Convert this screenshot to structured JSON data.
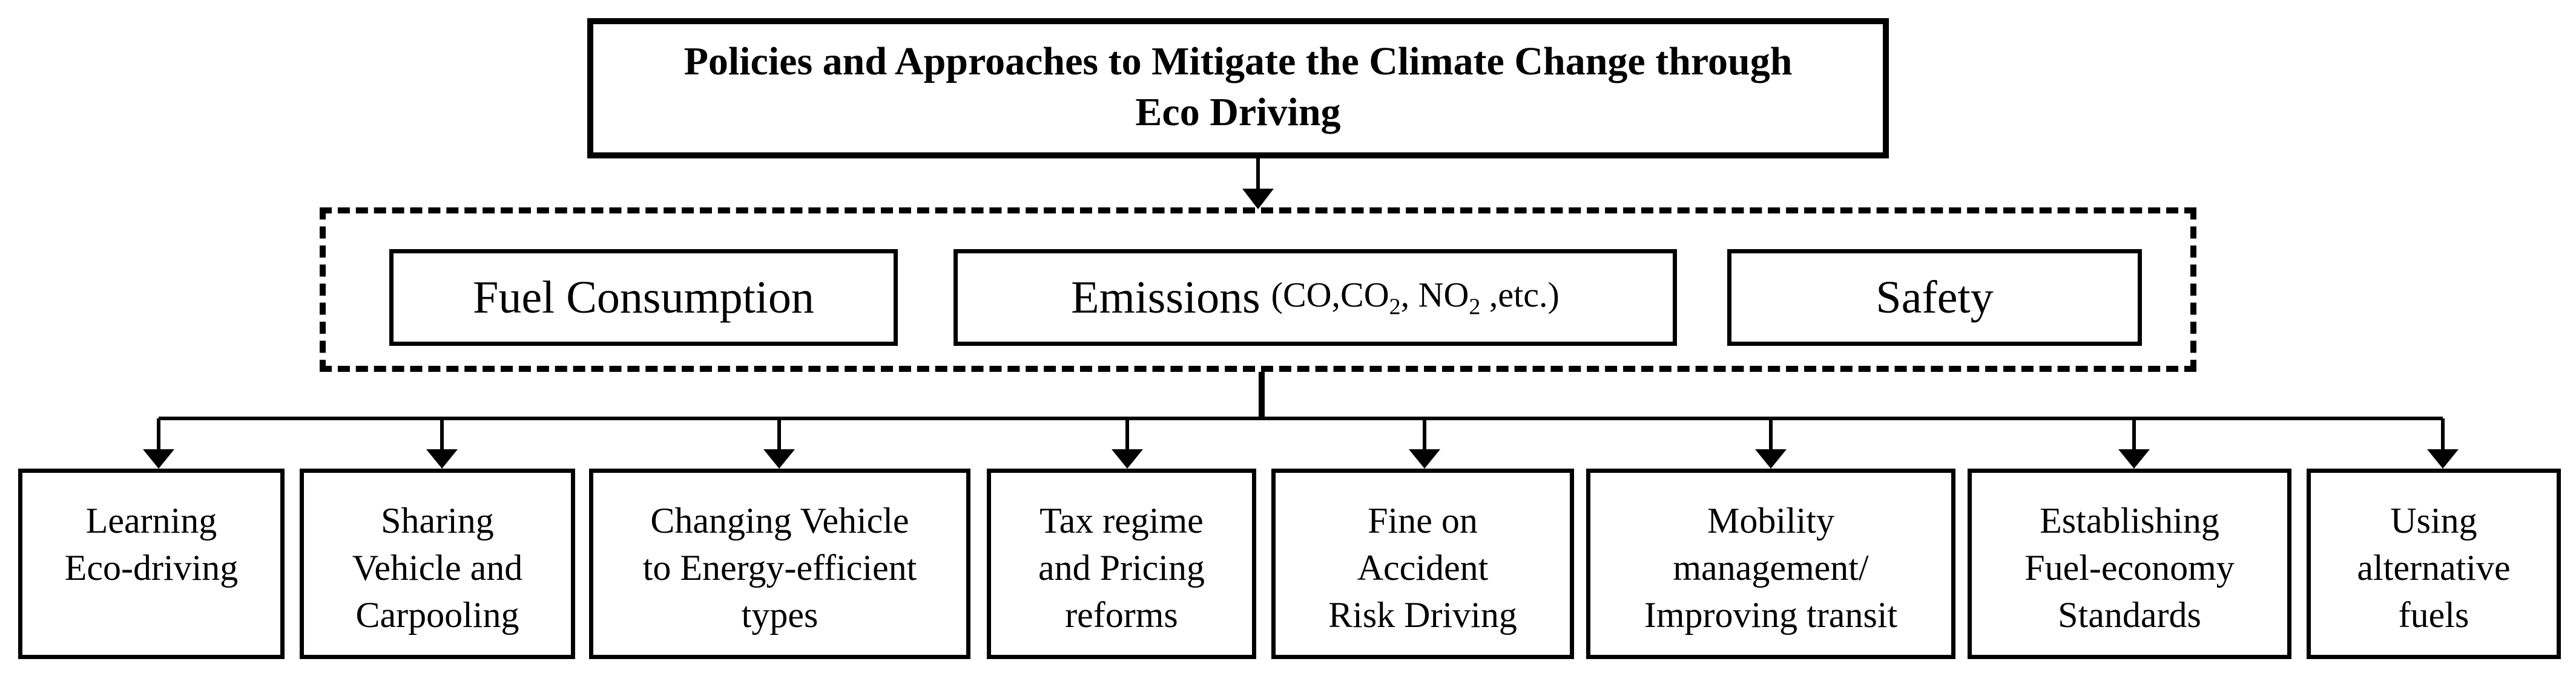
{
  "title": {
    "line1": "Policies and Approaches to Mitigate the Climate Change through",
    "line2": "Eco Driving"
  },
  "factors": {
    "fuel": "Fuel Consumption",
    "emissions": {
      "label": "Emissions",
      "open": "(CO,CO",
      "co2_sub": "2",
      "mid": ", NO",
      "no2_sub": "2",
      "close": " ,etc.)"
    },
    "safety": "Safety"
  },
  "approaches": [
    "Learning\nEco-driving",
    "Sharing\nVehicle and\nCarpooling",
    "Changing Vehicle\nto Energy-efficient\ntypes",
    "Tax regime\nand Pricing\nreforms",
    "Fine on\nAccident\nRisk Driving",
    "Mobility\nmanagement/\nImproving transit",
    "Establishing\nFuel-economy\nStandards",
    "Using\nalternative\nfuels"
  ]
}
